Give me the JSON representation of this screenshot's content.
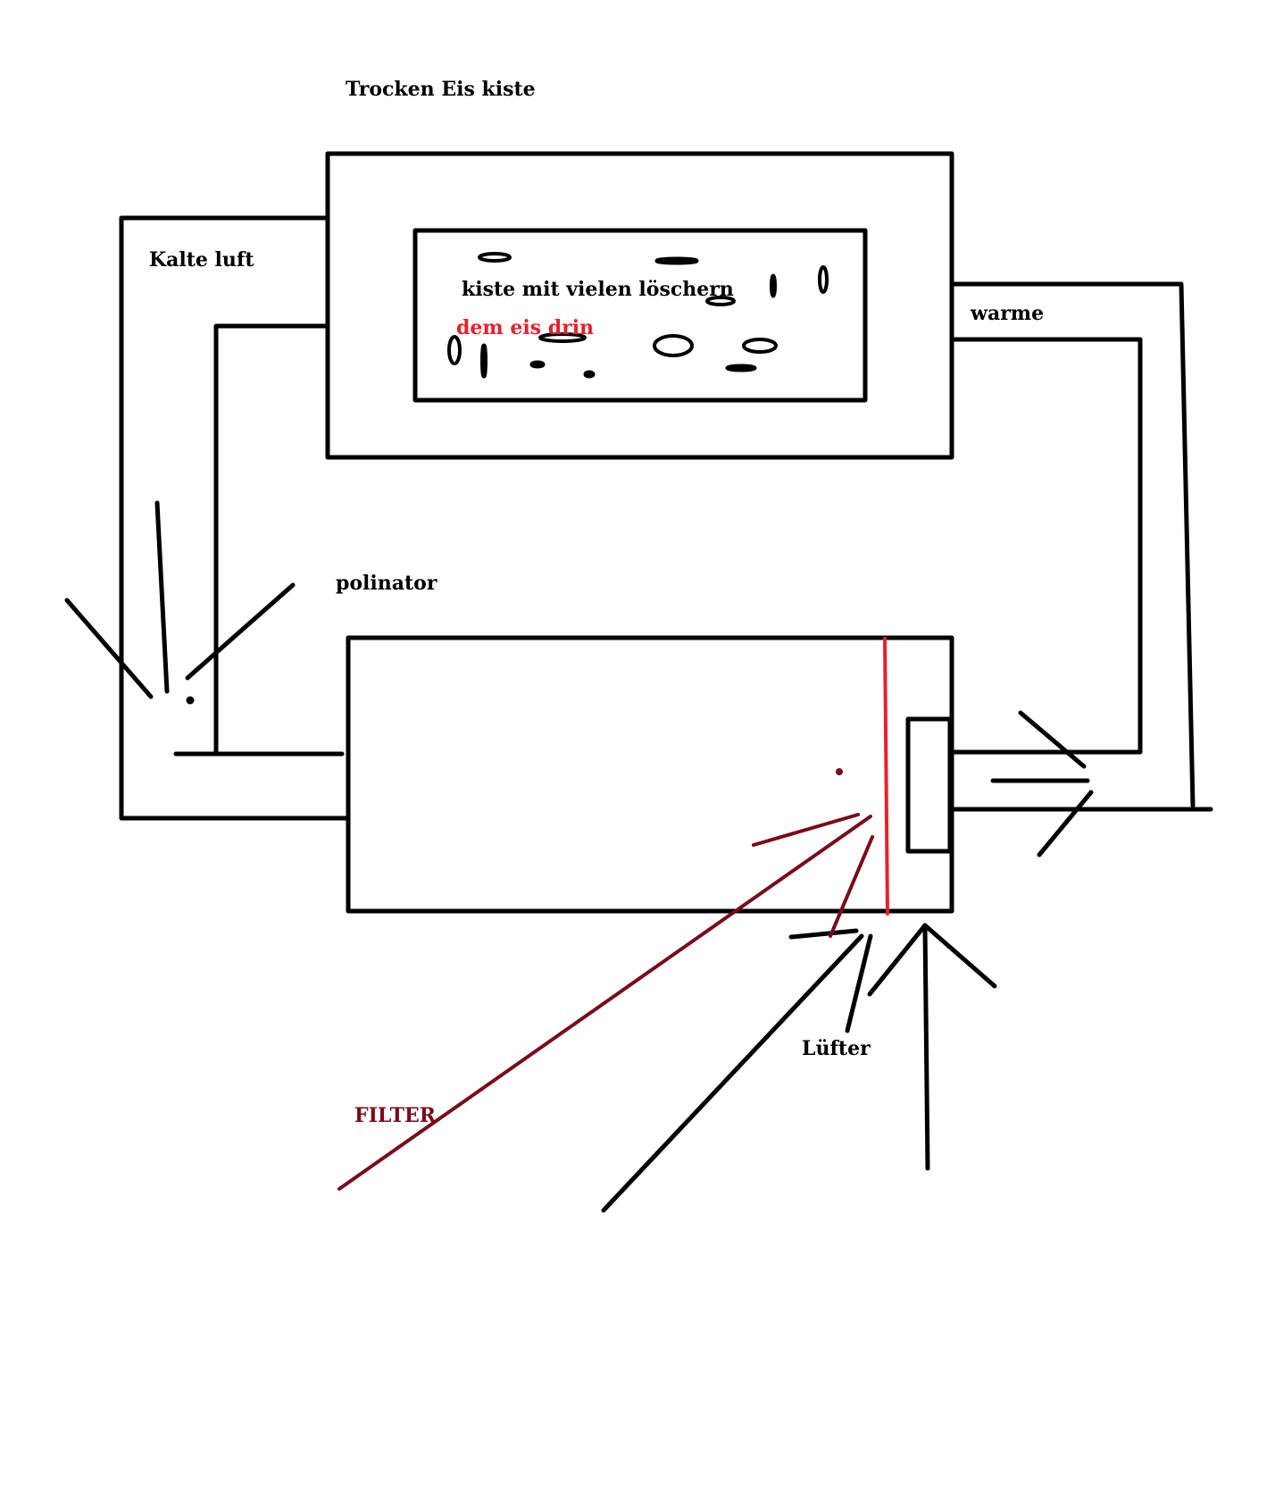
{
  "labels": {
    "title": "Trocken Eis kiste",
    "inner_box_line1": "kiste mit vielen löschern",
    "inner_box_line2": "dem eis drin",
    "cold_air": "Kalte luft",
    "warm": "warme",
    "polinator": "polinator",
    "fan": "Lüfter",
    "filter": "FILTER"
  },
  "colors": {
    "stroke": "#000000",
    "red": "#e8202a",
    "dark_red": "#7a0a1a",
    "background": "#ffffff"
  }
}
